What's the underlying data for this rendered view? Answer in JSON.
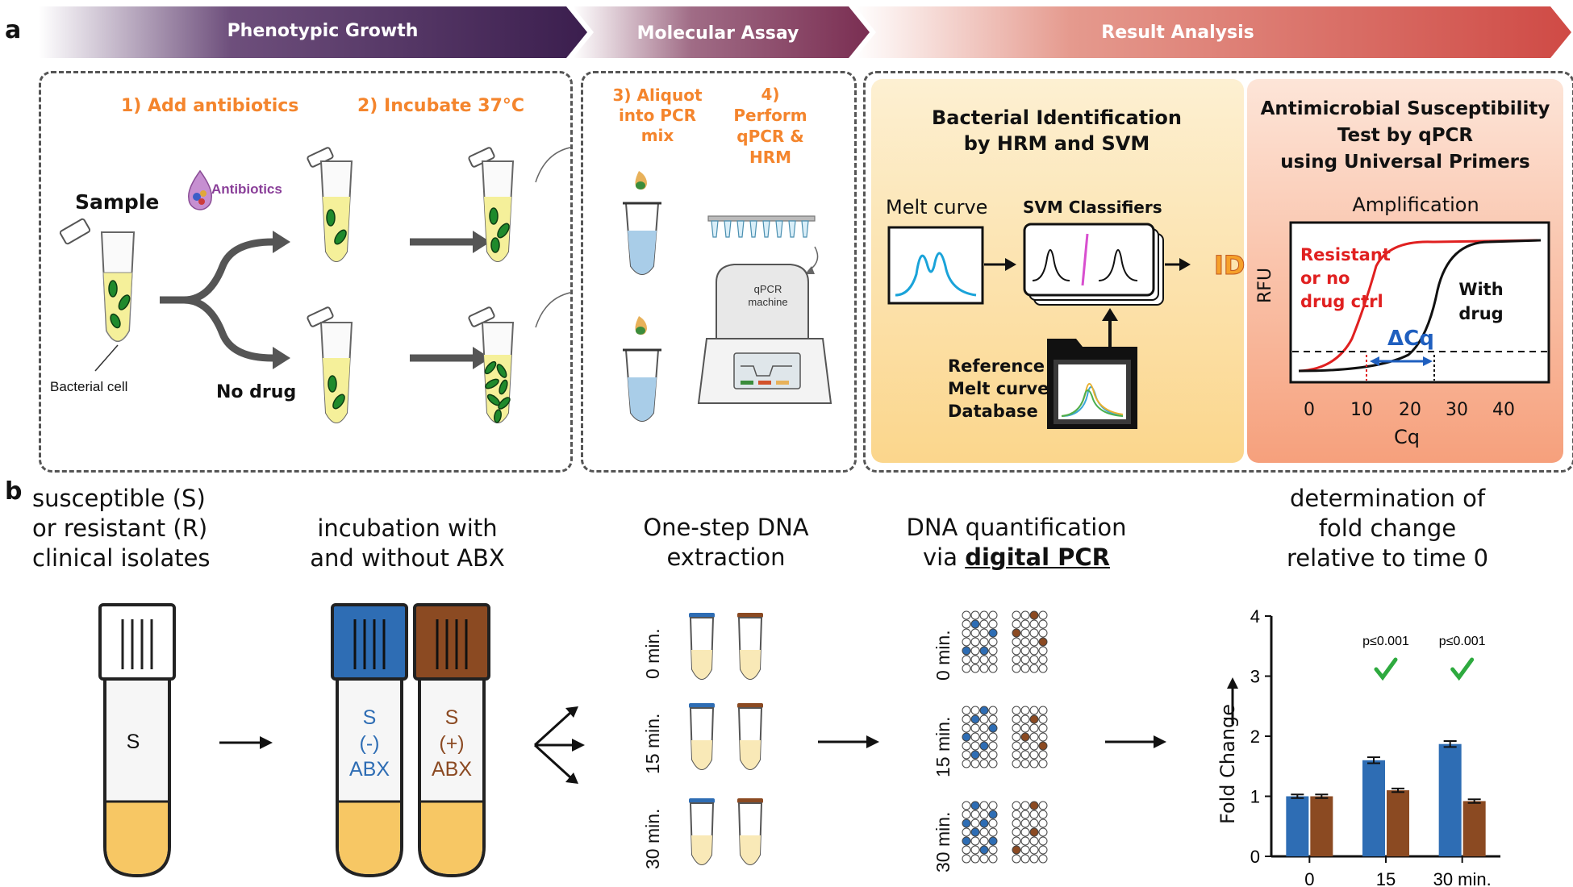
{
  "panel_a": {
    "label": "a",
    "banners": [
      "Phenotypic Growth",
      "Molecular Assay",
      "Result Analysis"
    ],
    "steps": {
      "add_antibiotics": "1) Add antibiotics",
      "incubate": "2) Incubate 37°C",
      "aliquot_line1": "3) Aliquot",
      "aliquot_line2": "into PCR mix",
      "perform_line1": "4)",
      "perform_line2": "Perform",
      "perform_line3": "qPCR &",
      "perform_line4": "HRM"
    },
    "sample": "Sample",
    "antibiotics": "Antibiotics",
    "bacterial_cell": "Bacterial cell",
    "no_drug": "No drug",
    "machine_label_line1": "qPCR",
    "machine_label_line2": "machine",
    "identification": {
      "title_line1": "Bacterial  Identification",
      "title_line2": "by HRM and SVM",
      "melt_curve": "Melt curve",
      "svm": "SVM Classifiers",
      "id": "ID",
      "ref_line1": "Reference",
      "ref_line2": "Melt curve",
      "ref_line3": "Database"
    },
    "ast": {
      "title_line1": "Antimicrobial  Susceptibility",
      "title_line2": "Test by qPCR",
      "title_line3": "using Universal Primers",
      "amplification": "Amplification",
      "resistant_line1": "Resistant",
      "resistant_line2": "or no",
      "resistant_line3": "drug ctrl",
      "with_line1": "With",
      "with_line2": "drug",
      "delta": "ΔCq",
      "ylabel": "RFU",
      "xlabel": "Cq",
      "xticks": [
        "0",
        "10",
        "20",
        "30",
        "40"
      ]
    }
  },
  "panel_b": {
    "label": "b",
    "col1": [
      "susceptible (S)",
      "or resistant (R)",
      "clinical isolates"
    ],
    "col2": [
      "incubation with",
      "and without ABX"
    ],
    "col3": [
      "One-step DNA",
      "extraction"
    ],
    "col4_line1": "DNA quantification",
    "col4_line2_prefix": "via ",
    "col4_line2_emph": "digital PCR",
    "col5": [
      "determination of",
      "fold change",
      "relative to time 0"
    ],
    "tube_s": "S",
    "tube_neg": [
      "S",
      "(-)",
      "ABX"
    ],
    "tube_pos": [
      "S",
      "(+)",
      "ABX"
    ],
    "times": [
      "0 min.",
      "15 min.",
      "30 min."
    ],
    "colors": {
      "blue": "#2e6db4",
      "brown": "#8b4a22",
      "check": "#2eaa3f"
    }
  },
  "chart_data": {
    "type": "bar",
    "categories": [
      "0",
      "15",
      "30 min."
    ],
    "series": [
      {
        "values": [
          1.0,
          1.6,
          1.87
        ],
        "errors": [
          0.03,
          0.05,
          0.05
        ],
        "color": "#2e6db4"
      },
      {
        "values": [
          1.0,
          1.1,
          0.92
        ],
        "errors": [
          0.03,
          0.03,
          0.03
        ],
        "color": "#8b4a22"
      }
    ],
    "ylabel": "Fold Change",
    "ylim": [
      0,
      4
    ],
    "yticks": [
      "0",
      "1",
      "2",
      "3",
      "4"
    ],
    "annotations": [
      "p≤0.001",
      "p≤0.001"
    ]
  }
}
